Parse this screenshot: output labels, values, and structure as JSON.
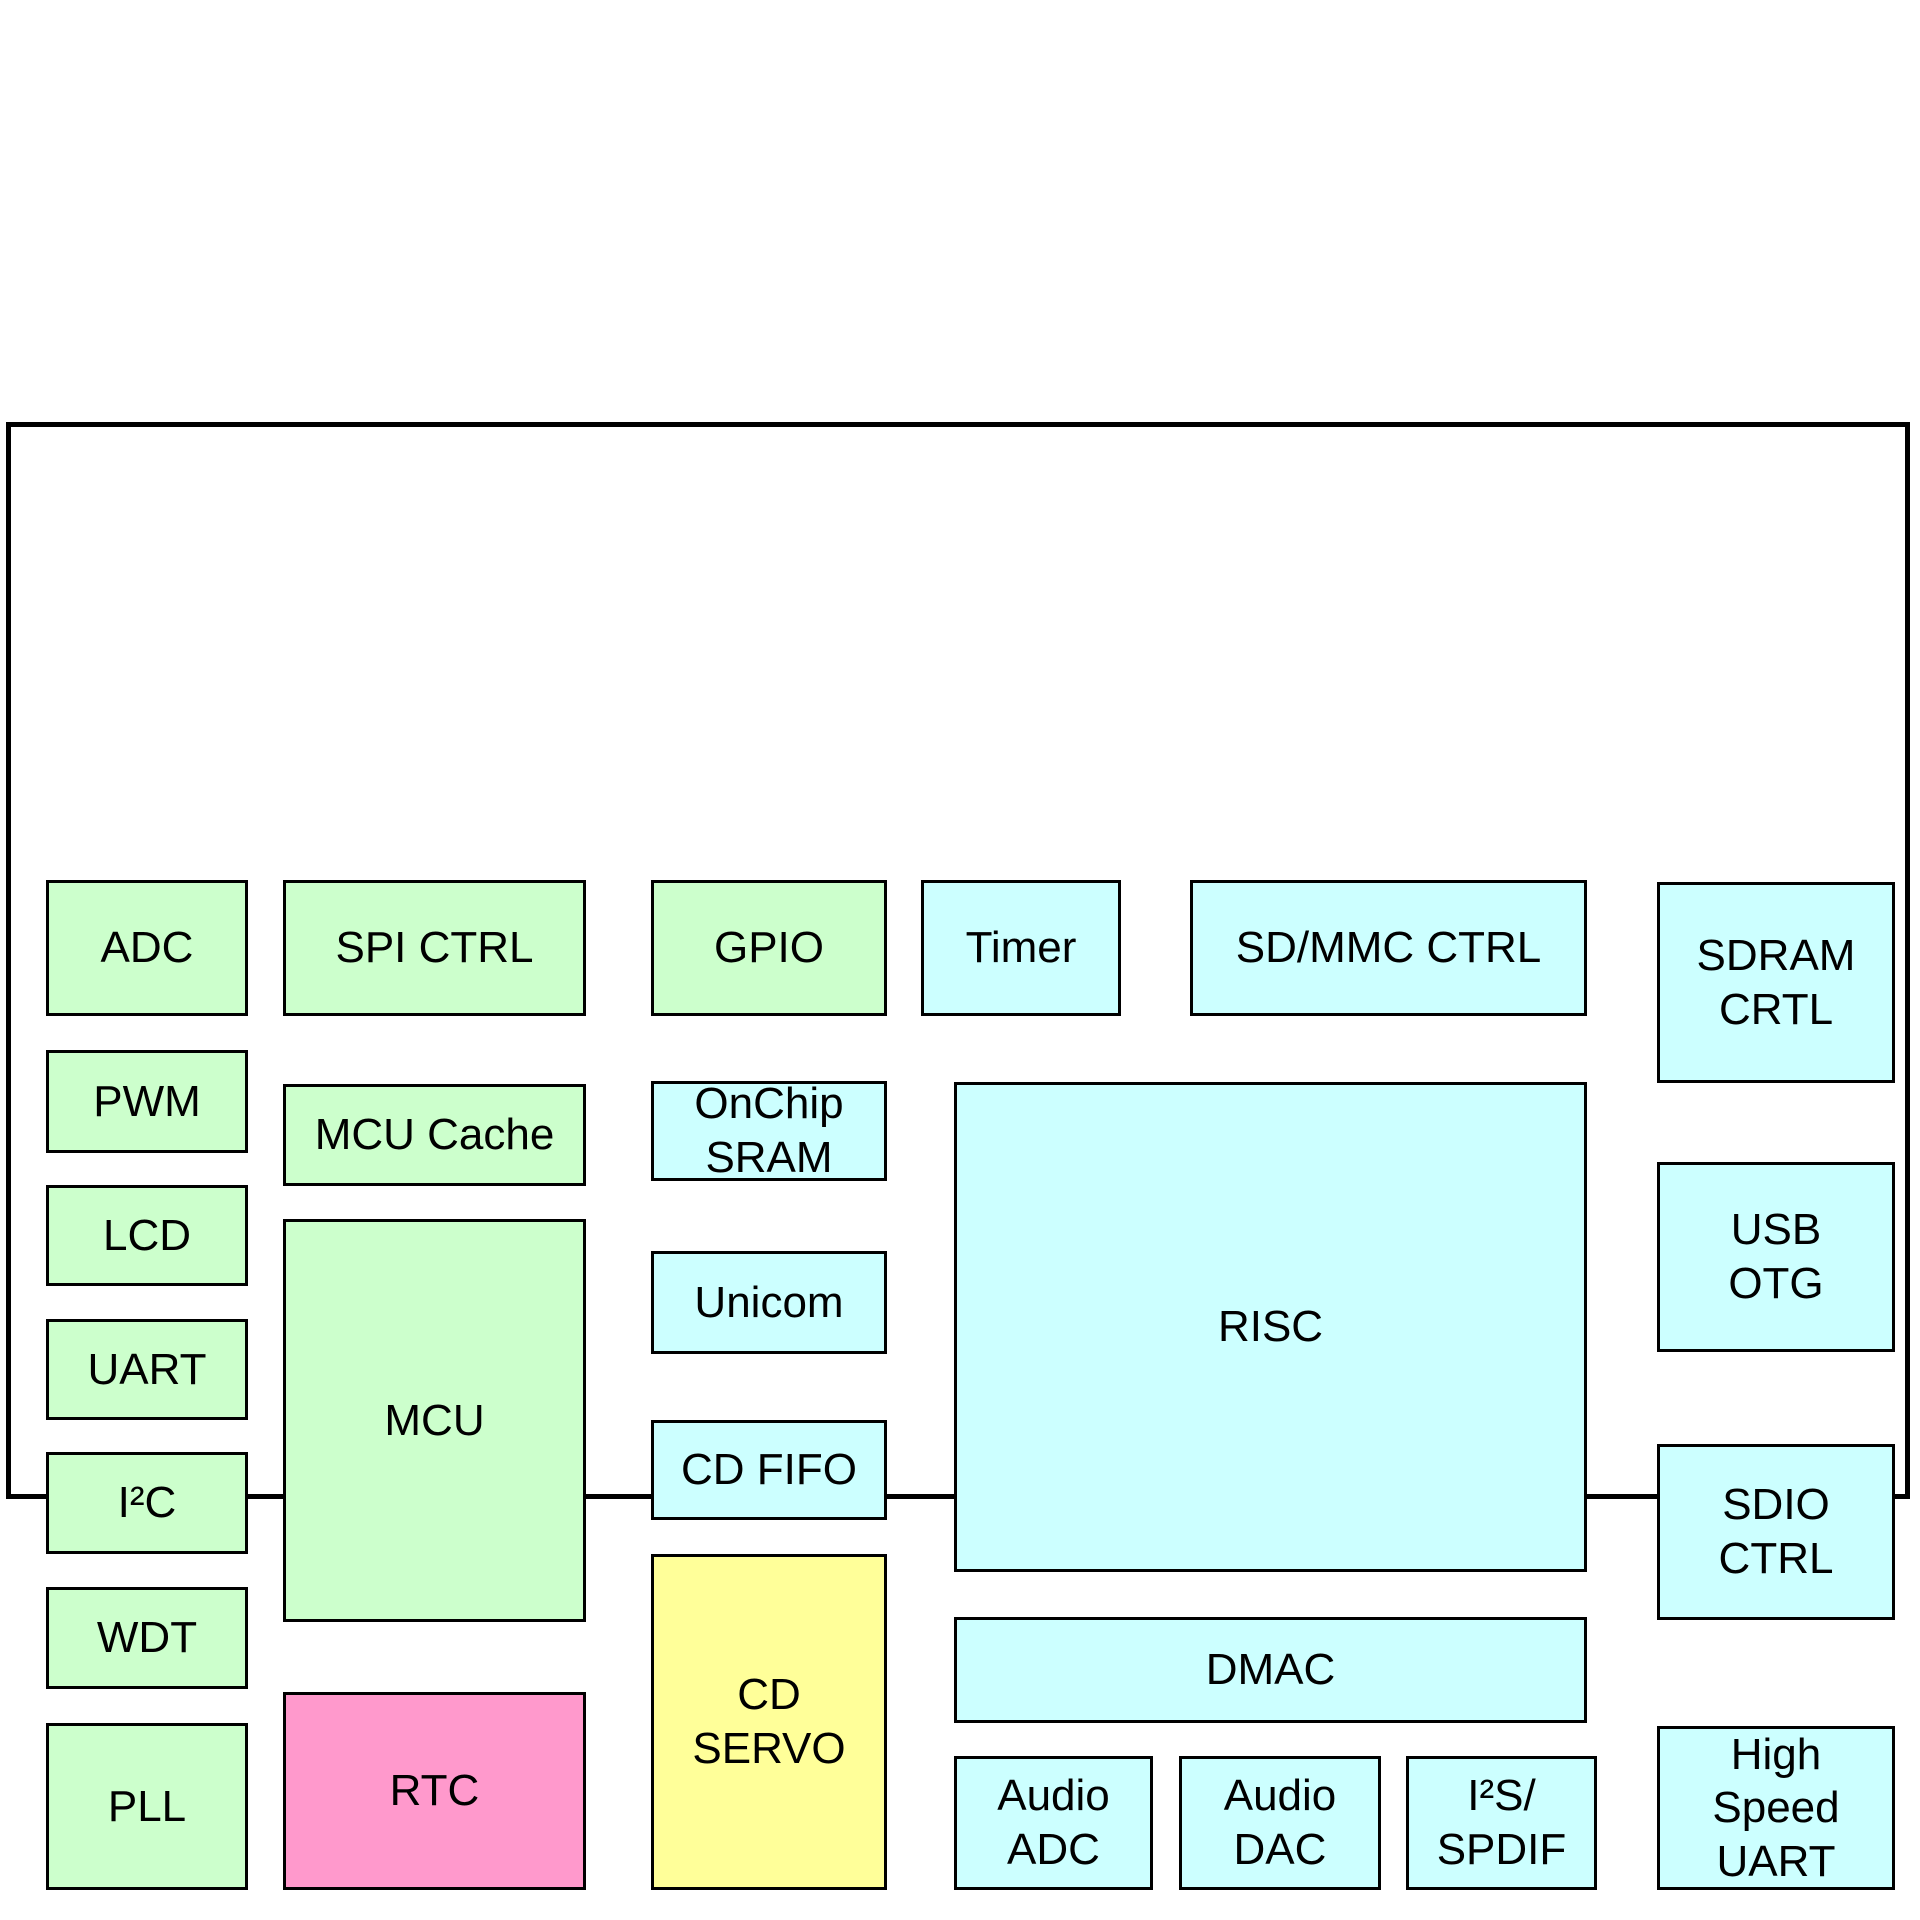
{
  "diagram": {
    "type": "soc-block-diagram",
    "palette": {
      "green": "#ccffcc",
      "cyan": "#ccffff",
      "pink": "#ff99cc",
      "yellow": "#ffff99",
      "border": "#000000",
      "background": "#ffffff"
    },
    "blocks": [
      {
        "id": "adc",
        "label": "ADC",
        "color": "green"
      },
      {
        "id": "spi-ctrl",
        "label": "SPI CTRL",
        "color": "green"
      },
      {
        "id": "gpio",
        "label": "GPIO",
        "color": "green"
      },
      {
        "id": "timer",
        "label": "Timer",
        "color": "cyan"
      },
      {
        "id": "sd-mmc-ctrl",
        "label": "SD/MMC CTRL",
        "color": "cyan"
      },
      {
        "id": "sdram-crtl",
        "label": "SDRAM\nCRTL",
        "color": "cyan"
      },
      {
        "id": "pwm",
        "label": "PWM",
        "color": "green"
      },
      {
        "id": "mcu-cache",
        "label": "MCU Cache",
        "color": "green"
      },
      {
        "id": "onchip-sram",
        "label": "OnChip\nSRAM",
        "color": "cyan"
      },
      {
        "id": "risc",
        "label": "RISC",
        "color": "cyan"
      },
      {
        "id": "lcd",
        "label": "LCD",
        "color": "green"
      },
      {
        "id": "mcu",
        "label": "MCU",
        "color": "green"
      },
      {
        "id": "usb-otg",
        "label": "USB\nOTG",
        "color": "cyan"
      },
      {
        "id": "uart",
        "label": "UART",
        "color": "green"
      },
      {
        "id": "unicom",
        "label": "Unicom",
        "color": "cyan"
      },
      {
        "id": "i2c",
        "label": "I²C",
        "color": "green"
      },
      {
        "id": "cd-fifo",
        "label": "CD FIFO",
        "color": "cyan"
      },
      {
        "id": "sdio-ctrl",
        "label": "SDIO\nCTRL",
        "color": "cyan"
      },
      {
        "id": "wdt",
        "label": "WDT",
        "color": "green"
      },
      {
        "id": "dmac",
        "label": "DMAC",
        "color": "cyan"
      },
      {
        "id": "pll",
        "label": "PLL",
        "color": "green"
      },
      {
        "id": "rtc",
        "label": "RTC",
        "color": "pink"
      },
      {
        "id": "cd-servo",
        "label": "CD\nSERVO",
        "color": "yellow"
      },
      {
        "id": "audio-adc",
        "label": "Audio\nADC",
        "color": "cyan"
      },
      {
        "id": "audio-dac",
        "label": "Audio\nDAC",
        "color": "cyan"
      },
      {
        "id": "i2s-spdif",
        "label": "I²S/\nSPDIF",
        "color": "cyan"
      },
      {
        "id": "hs-uart",
        "label": "High\nSpeed\nUART",
        "color": "cyan"
      }
    ]
  }
}
